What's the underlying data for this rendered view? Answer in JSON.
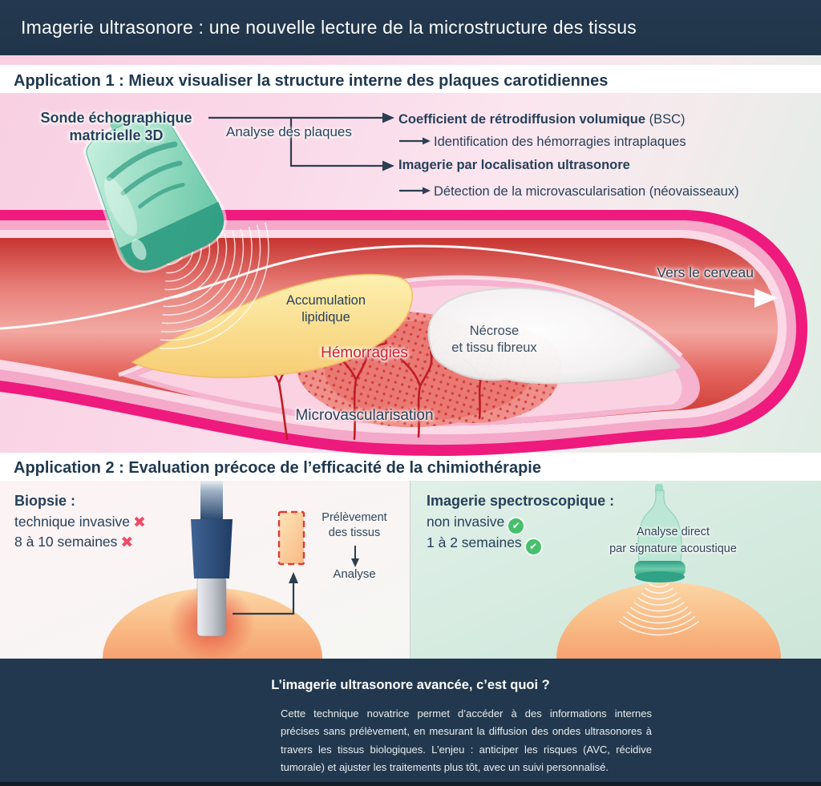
{
  "header": {
    "title": "Imagerie ultrasonore : une nouvelle lecture de la microstructure des tissus"
  },
  "icons": {
    "cross": "✖",
    "check": "✔"
  },
  "colors": {
    "header_navy": "#21364b",
    "text_navy": "#27405a",
    "artery_magenta": "#ee1a7d",
    "wall_pink": "#f4a9c8",
    "wall_light_pink": "#fbd9e6",
    "lumen_red": "#d85b54",
    "lipid_yellow": "#f9d87e",
    "hemorrhage_red": "#d0202b",
    "mint_panel": "#d5eae0",
    "alert_red": "#ef4b66",
    "success_green": "#46c06c",
    "skin_orange": "#f8bb84",
    "probe_teal": "#6ec9a8",
    "biopsy_blue": "#2c4a74"
  },
  "app1": {
    "heading": "Application 1 : Mieux visualiser la structure interne des plaques carotidiennes",
    "probe_label_line1": "Sonde échographique",
    "probe_label_line2": "matricielle 3D",
    "flow_label": "Analyse des plaques",
    "branch1_bold": "Coefficient de rétrodiffusion volumique",
    "branch1_suffix": " (BSC)",
    "branch1_sub": "Identification des hémorragies intraplaques",
    "branch2_bold": "Imagerie par localisation ultrasonore",
    "branch2_sub": "Détection de la microvascularisation (néovaisseaux)",
    "artery": {
      "flow_arrow_label": "Vers le cerveau",
      "lipid_line1": "Accumulation",
      "lipid_line2": "lipidique",
      "necrosis_line1": "Nécrose",
      "necrosis_line2": "et tissu fibreux",
      "hemorrhage_label": "Hémorragies",
      "microvascularisation_label": "Microvascularisation"
    }
  },
  "app2": {
    "heading": "Application 2 : Evaluation précoce de l’efficacité de la chimiothérapie",
    "biopsy": {
      "title": "Biopsie :",
      "line1": "technique invasive",
      "line2": "8 à 10 semaines",
      "sample_label_line1": "Prélèvement",
      "sample_label_line2": "des tissus",
      "analysis_label": "Analyse"
    },
    "spectro": {
      "title": "Imagerie spectroscopique :",
      "line1": "non invasive",
      "line2": "1 à 2 semaines",
      "analysis_line1": "Analyse direct",
      "analysis_line2": "par signature acoustique"
    }
  },
  "footer": {
    "title": "L’imagerie ultrasonore avancée, c’est quoi ?",
    "body": "Cette technique novatrice permet d’accéder à des informations internes précises sans prélèvement, en mesurant la diffusion des ondes ultrasonores à travers les tissus biologiques. L’enjeu : anticiper les risques (AVC, récidive tumorale) et ajuster les traitements plus tôt, avec un suivi personnalisé."
  }
}
